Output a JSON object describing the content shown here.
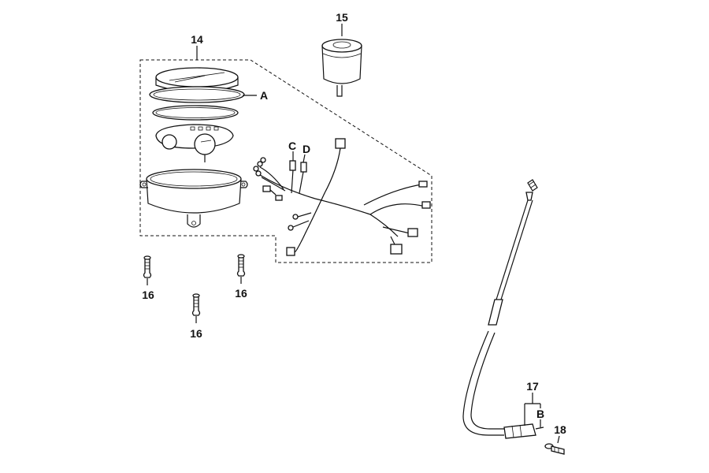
{
  "callouts": {
    "c14": "14",
    "c15": "15",
    "cA": "A",
    "cC": "C",
    "cD": "D",
    "c16a": "16",
    "c16b": "16",
    "c16c": "16",
    "c17": "17",
    "cB": "B",
    "c18": "18"
  },
  "icons": {
    "speedometer": "speedometer-assembly-icon",
    "socket": "ignition-socket-icon",
    "harness": "wire-harness-icon",
    "cable": "speedometer-cable-icon",
    "screw": "screw-icon"
  }
}
